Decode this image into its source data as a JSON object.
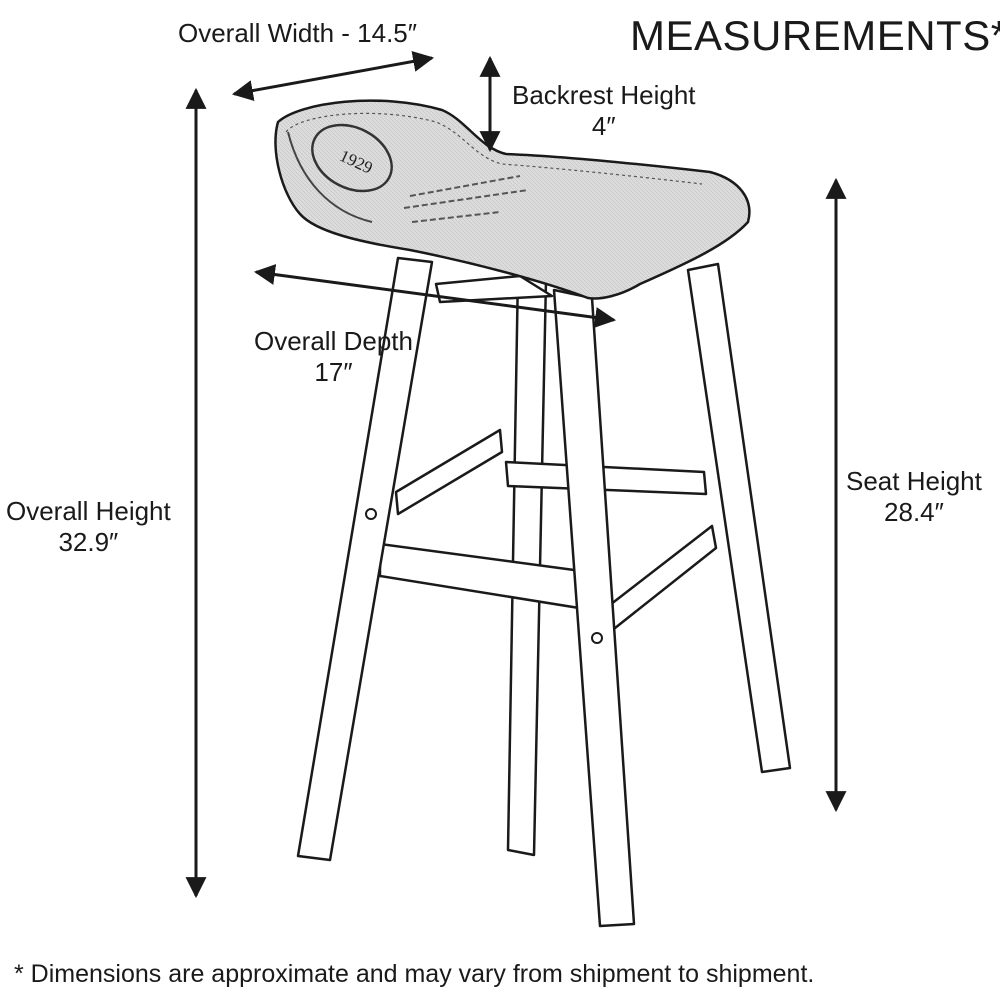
{
  "title": "MEASUREMENTS*",
  "footnote": "* Dimensions are approximate and may vary from shipment to shipment.",
  "seat_print": {
    "year": "1929"
  },
  "dimensions": {
    "overall_width": {
      "label": "Overall Width - 14.5″"
    },
    "backrest_height": {
      "label": "Backrest Height",
      "value": "4″"
    },
    "overall_depth": {
      "label": "Overall Depth",
      "value": "17″"
    },
    "overall_height": {
      "label": "Overall Height",
      "value": "32.9″"
    },
    "seat_height": {
      "label": "Seat Height",
      "value": "28.4″"
    }
  },
  "colors": {
    "ink": "#1a1a1a",
    "seat_fill": "#d9d9d9",
    "background": "#ffffff"
  }
}
